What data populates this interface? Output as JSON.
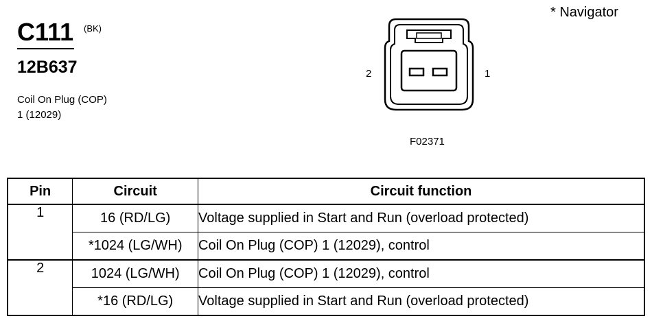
{
  "connector": {
    "id": "C111",
    "color": "(BK)",
    "part_number": "12B637",
    "description_line1": "Coil On Plug (COP)",
    "description_line2": "1 (12029)"
  },
  "footnote": "*   Navigator",
  "diagram": {
    "pin_left": "2",
    "pin_right": "1",
    "figure_id": "F02371"
  },
  "table": {
    "headers": [
      "Pin",
      "Circuit",
      "Circuit function"
    ],
    "groups": [
      {
        "pin": "1",
        "rows": [
          {
            "circuit": "16 (RD/LG)",
            "function": "Voltage supplied in Start and Run (overload protected)"
          },
          {
            "circuit": "*1024 (LG/WH)",
            "function": "Coil On Plug (COP) 1 (12029), control"
          }
        ]
      },
      {
        "pin": "2",
        "rows": [
          {
            "circuit": "1024 (LG/WH)",
            "function": "Coil On Plug (COP) 1 (12029), control"
          },
          {
            "circuit": "*16 (RD/LG)",
            "function": "Voltage supplied in Start and Run (overload protected)"
          }
        ]
      }
    ]
  }
}
